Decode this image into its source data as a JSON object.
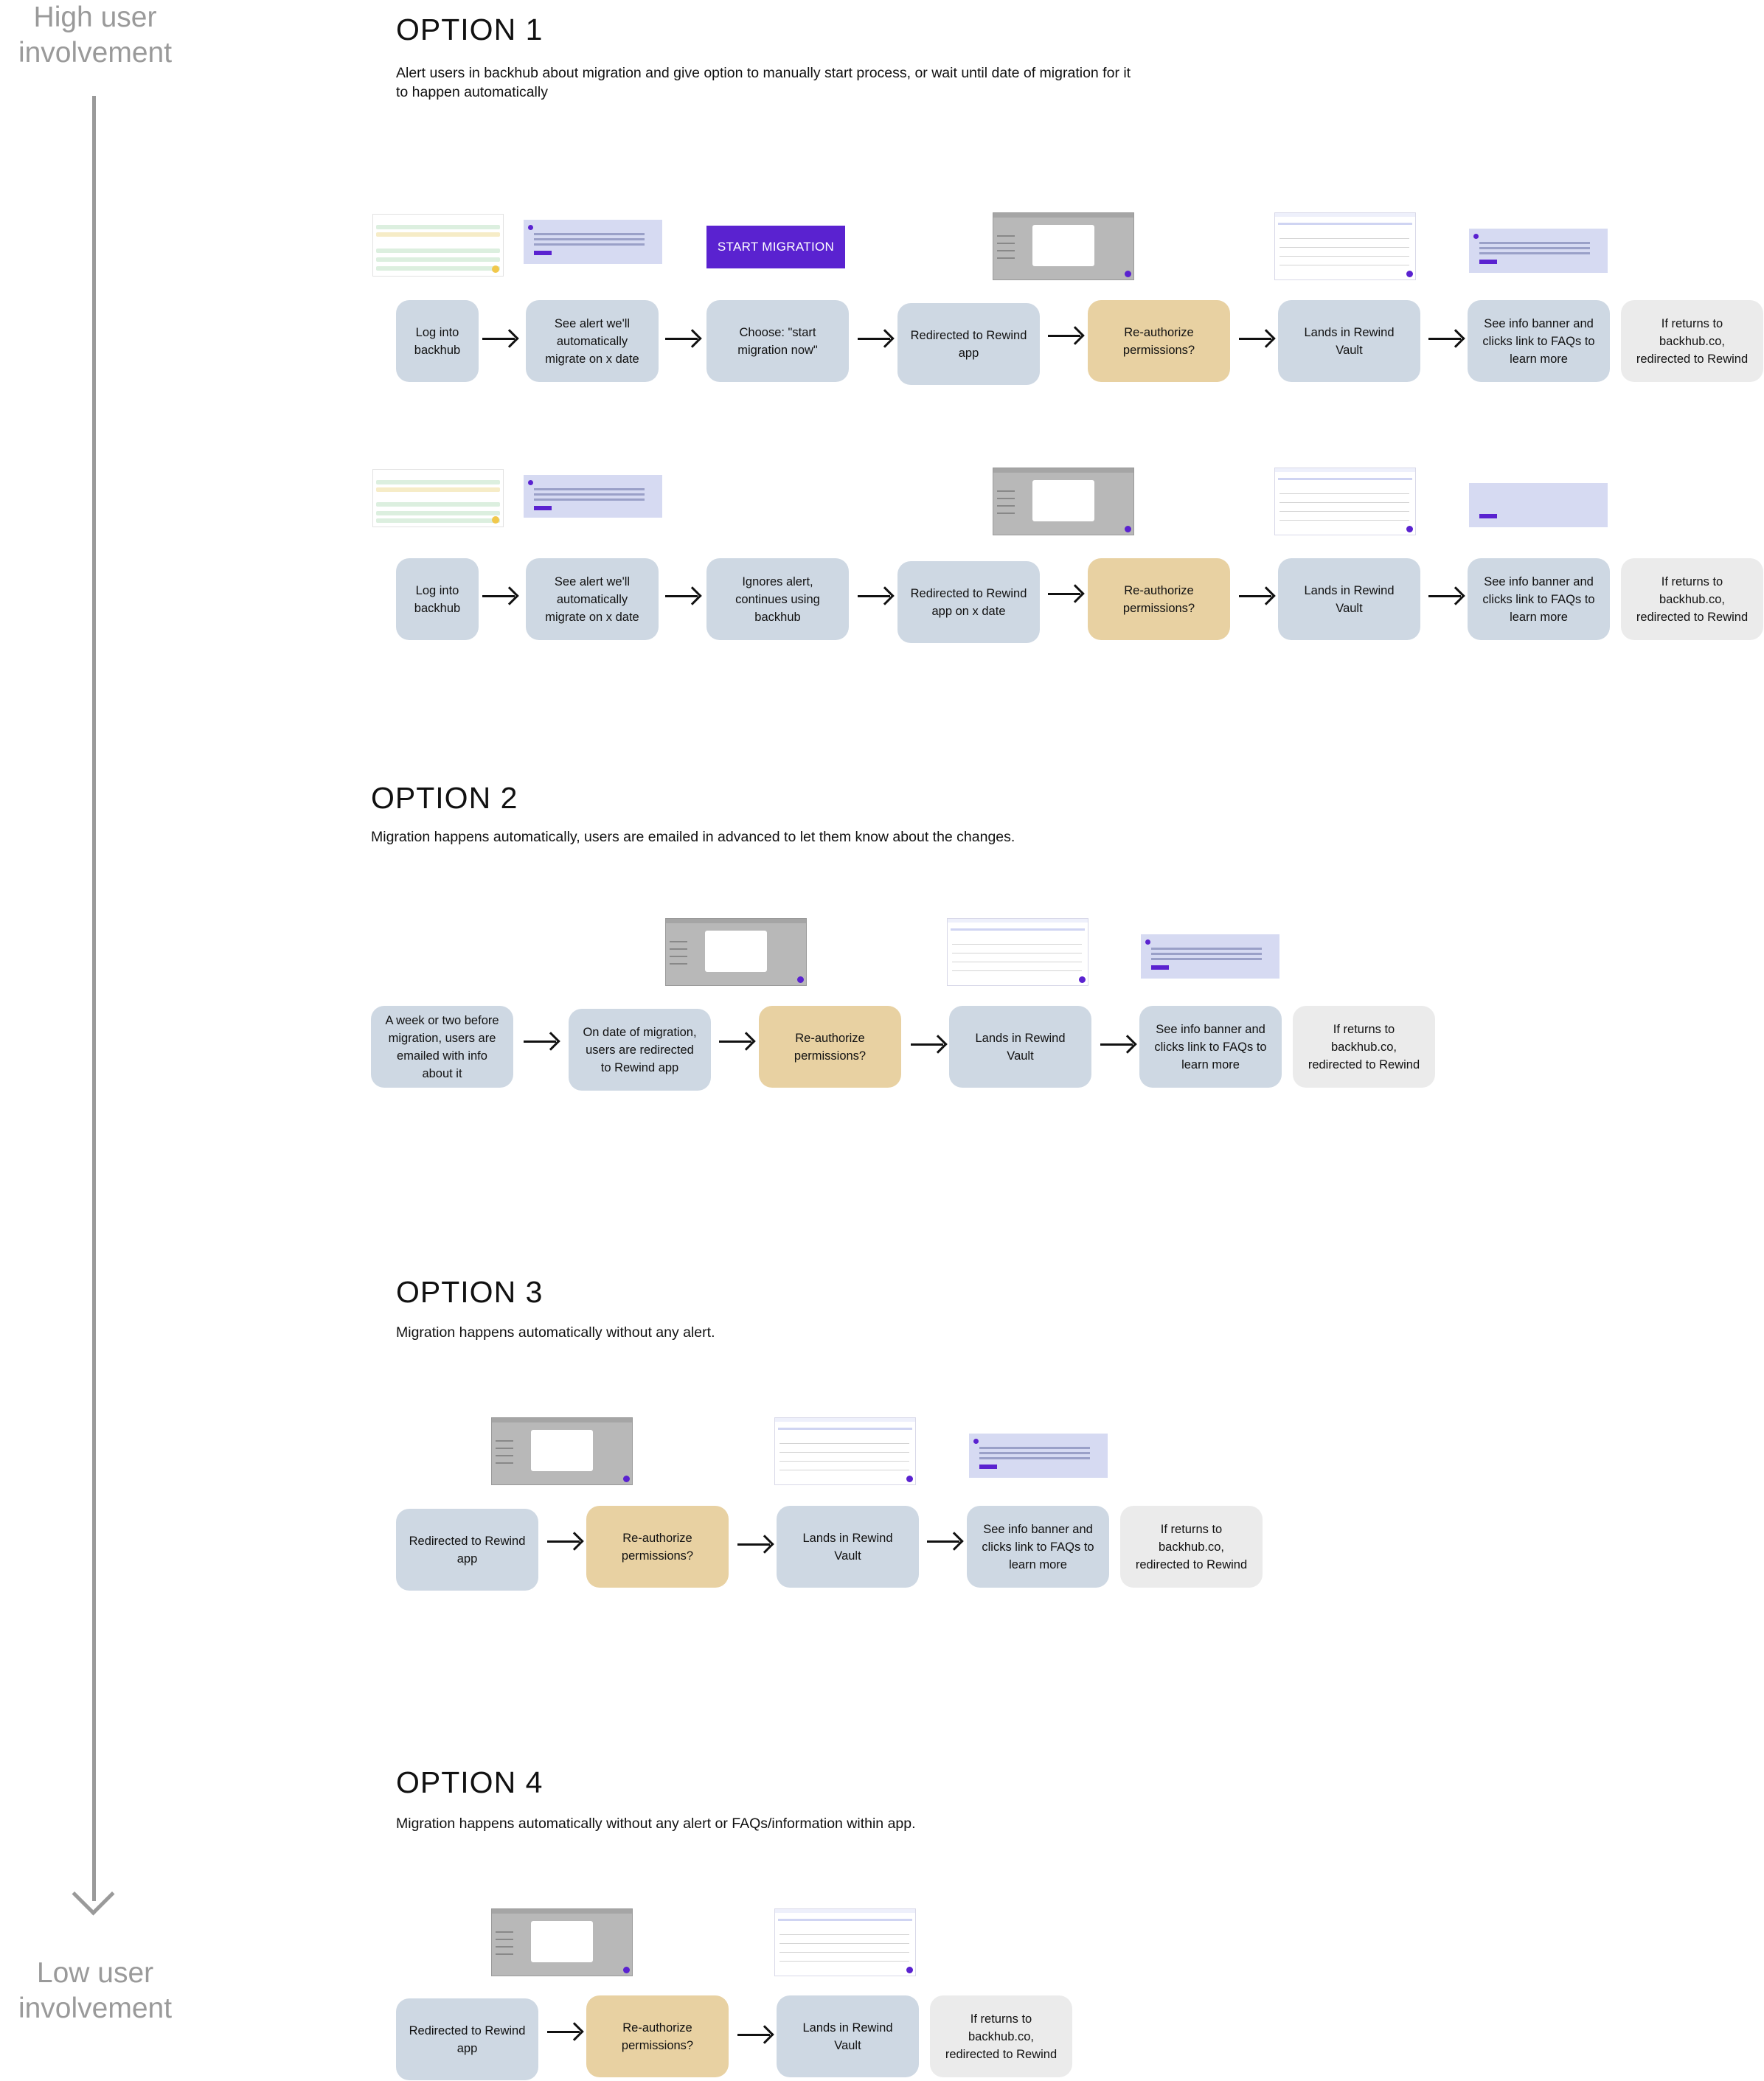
{
  "axis": {
    "top_label": "High user involvement",
    "bottom_label": "Low user involvement"
  },
  "option1": {
    "title": "OPTION 1",
    "description": "Alert users in backhub about migration and give option to manually start process, or wait until date of migration for it to happen automatically",
    "start_button": "START MIGRATION",
    "row1": [
      "Log into backhub",
      "See alert we'll automatically migrate on x date",
      "Choose: \"start migration now\"",
      "Redirected to Rewind app",
      "Re-authorize permissions?",
      "Lands in Rewind Vault",
      "See info banner and clicks link to FAQs to learn more",
      "If returns to backhub.co, redirected to Rewind"
    ],
    "row2": [
      "Log into backhub",
      "See alert we'll automatically migrate on x date",
      "Ignores alert, continues using backhub",
      "Redirected to Rewind app on x date",
      "Re-authorize permissions?",
      "Lands in Rewind Vault",
      "See info banner and clicks link to FAQs to learn more",
      "If returns to backhub.co, redirected to Rewind"
    ]
  },
  "option2": {
    "title": "OPTION 2",
    "description": "Migration happens automatically, users are emailed in advanced to let them know about the changes.",
    "steps": [
      "A week or two before migration, users are emailed with info about it",
      "On date of migration, users are redirected to Rewind app",
      "Re-authorize permissions?",
      "Lands in Rewind Vault",
      "See info banner and clicks link to FAQs to learn more",
      "If returns to backhub.co, redirected to Rewind"
    ]
  },
  "option3": {
    "title": "OPTION 3",
    "description": "Migration happens automatically without any alert.",
    "steps": [
      "Redirected to Rewind app",
      "Re-authorize permissions?",
      "Lands in Rewind Vault",
      "See info banner and clicks link to FAQs to learn more",
      "If returns to backhub.co, redirected to Rewind"
    ]
  },
  "option4": {
    "title": "OPTION 4",
    "description": "Migration happens automatically without any alert or FAQs/information within app.",
    "steps": [
      "Redirected to Rewind app",
      "Re-authorize permissions?",
      "Lands in Rewind Vault",
      "If returns to backhub.co, redirected to Rewind"
    ]
  },
  "colors": {
    "step": "#ced8e3",
    "decision": "#e8d1a2",
    "outcome": "#ebebeb",
    "accent": "#5a22d0",
    "axis": "#9a9a9a"
  }
}
